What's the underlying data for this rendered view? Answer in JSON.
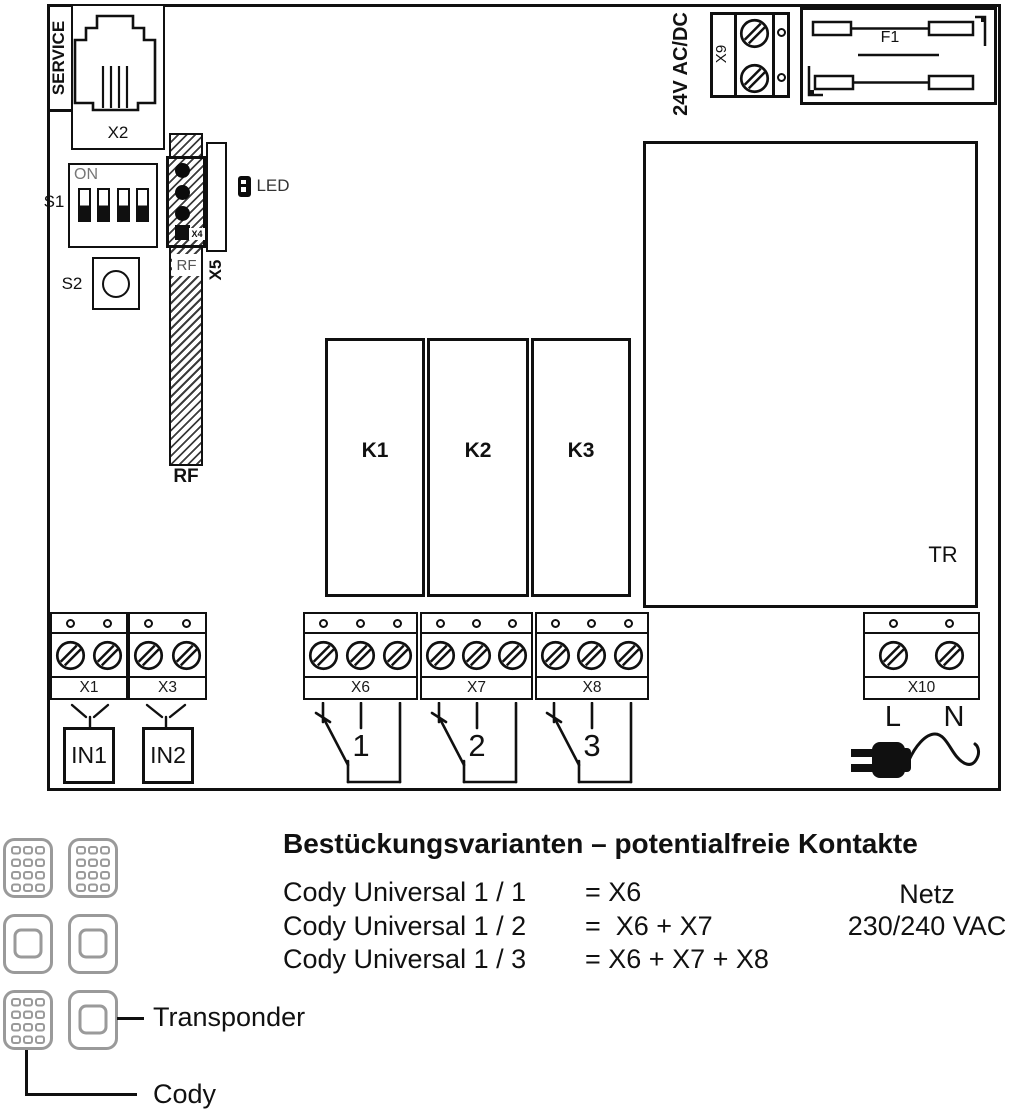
{
  "colors": {
    "ink": "#101010",
    "icon_gray": "#9a9a9a"
  },
  "board": {
    "service_label": "SERVICE",
    "connectors": {
      "x1": "X1",
      "x2": "X2",
      "x3": "X3",
      "x4": "X4",
      "x5": "X5",
      "x6": "X6",
      "x7": "X7",
      "x8": "X8",
      "x9": "X9",
      "x10": "X10"
    },
    "controls": {
      "s1": "S1",
      "s2": "S2",
      "dip_on": "ON"
    },
    "rf": {
      "strip_label": "RF",
      "bottom_label": "RF"
    },
    "led_label": "LED",
    "relays": {
      "k1": "K1",
      "k2": "K2",
      "k3": "K3"
    },
    "transformer_label": "TR",
    "power_input_label": "24V AC/DC",
    "fuse_label": "F1",
    "inputs": {
      "in1": "IN1",
      "in2": "IN2"
    },
    "mains": {
      "l": "L",
      "n": "N"
    },
    "switch_numbers": [
      "1",
      "2",
      "3"
    ]
  },
  "legend": {
    "title": "Bestückungsvarianten – potentialfreie Kontakte",
    "rows": [
      {
        "model": "Cody Universal 1 / 1",
        "eq": "= X6"
      },
      {
        "model": "Cody Universal 1 / 2",
        "eq": "=  X6 + X7"
      },
      {
        "model": "Cody Universal 1 / 3",
        "eq": "= X6 + X7 + X8"
      }
    ],
    "netz_label": "Netz",
    "netz_value": "230/240 VAC",
    "transponder_label": "Transponder",
    "cody_label": "Cody"
  }
}
